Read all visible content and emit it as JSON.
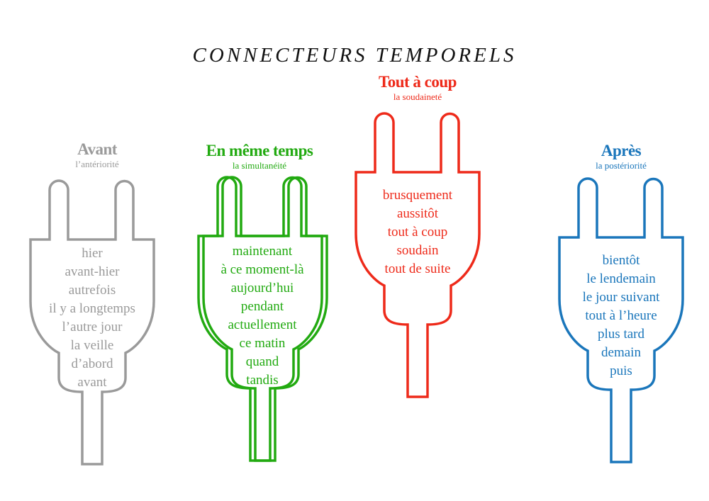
{
  "title": "CONNECTEURS TEMPORELS",
  "colors": {
    "avant": "#9a9a9a",
    "simultane": "#22aa11",
    "soudain": "#ee2a1a",
    "apres": "#1a76bb"
  },
  "groups": [
    {
      "key": "avant",
      "heading": "Avant",
      "subtitle": "l’antériorité",
      "words": [
        "hier",
        "avant-hier",
        "autrefois",
        "il y a longtemps",
        "l’autre jour",
        "la veille",
        "d’abord",
        "avant"
      ]
    },
    {
      "key": "simultane",
      "heading": "En même temps",
      "subtitle": "la simultanéité",
      "words": [
        "maintenant",
        "à ce moment-là",
        "aujourd’hui",
        "pendant",
        "actuellement",
        "ce matin",
        "quand",
        "tandis"
      ]
    },
    {
      "key": "soudain",
      "heading": "Tout à coup",
      "subtitle": "la soudaineté",
      "words": [
        "brusquement",
        "aussitôt",
        "tout à coup",
        "soudain",
        "tout de suite"
      ]
    },
    {
      "key": "apres",
      "heading": "Après",
      "subtitle": "la postériorité",
      "words": [
        "bientôt",
        "le lendemain",
        "le jour suivant",
        "tout à l’heure",
        "plus tard",
        "demain",
        "puis"
      ]
    }
  ]
}
